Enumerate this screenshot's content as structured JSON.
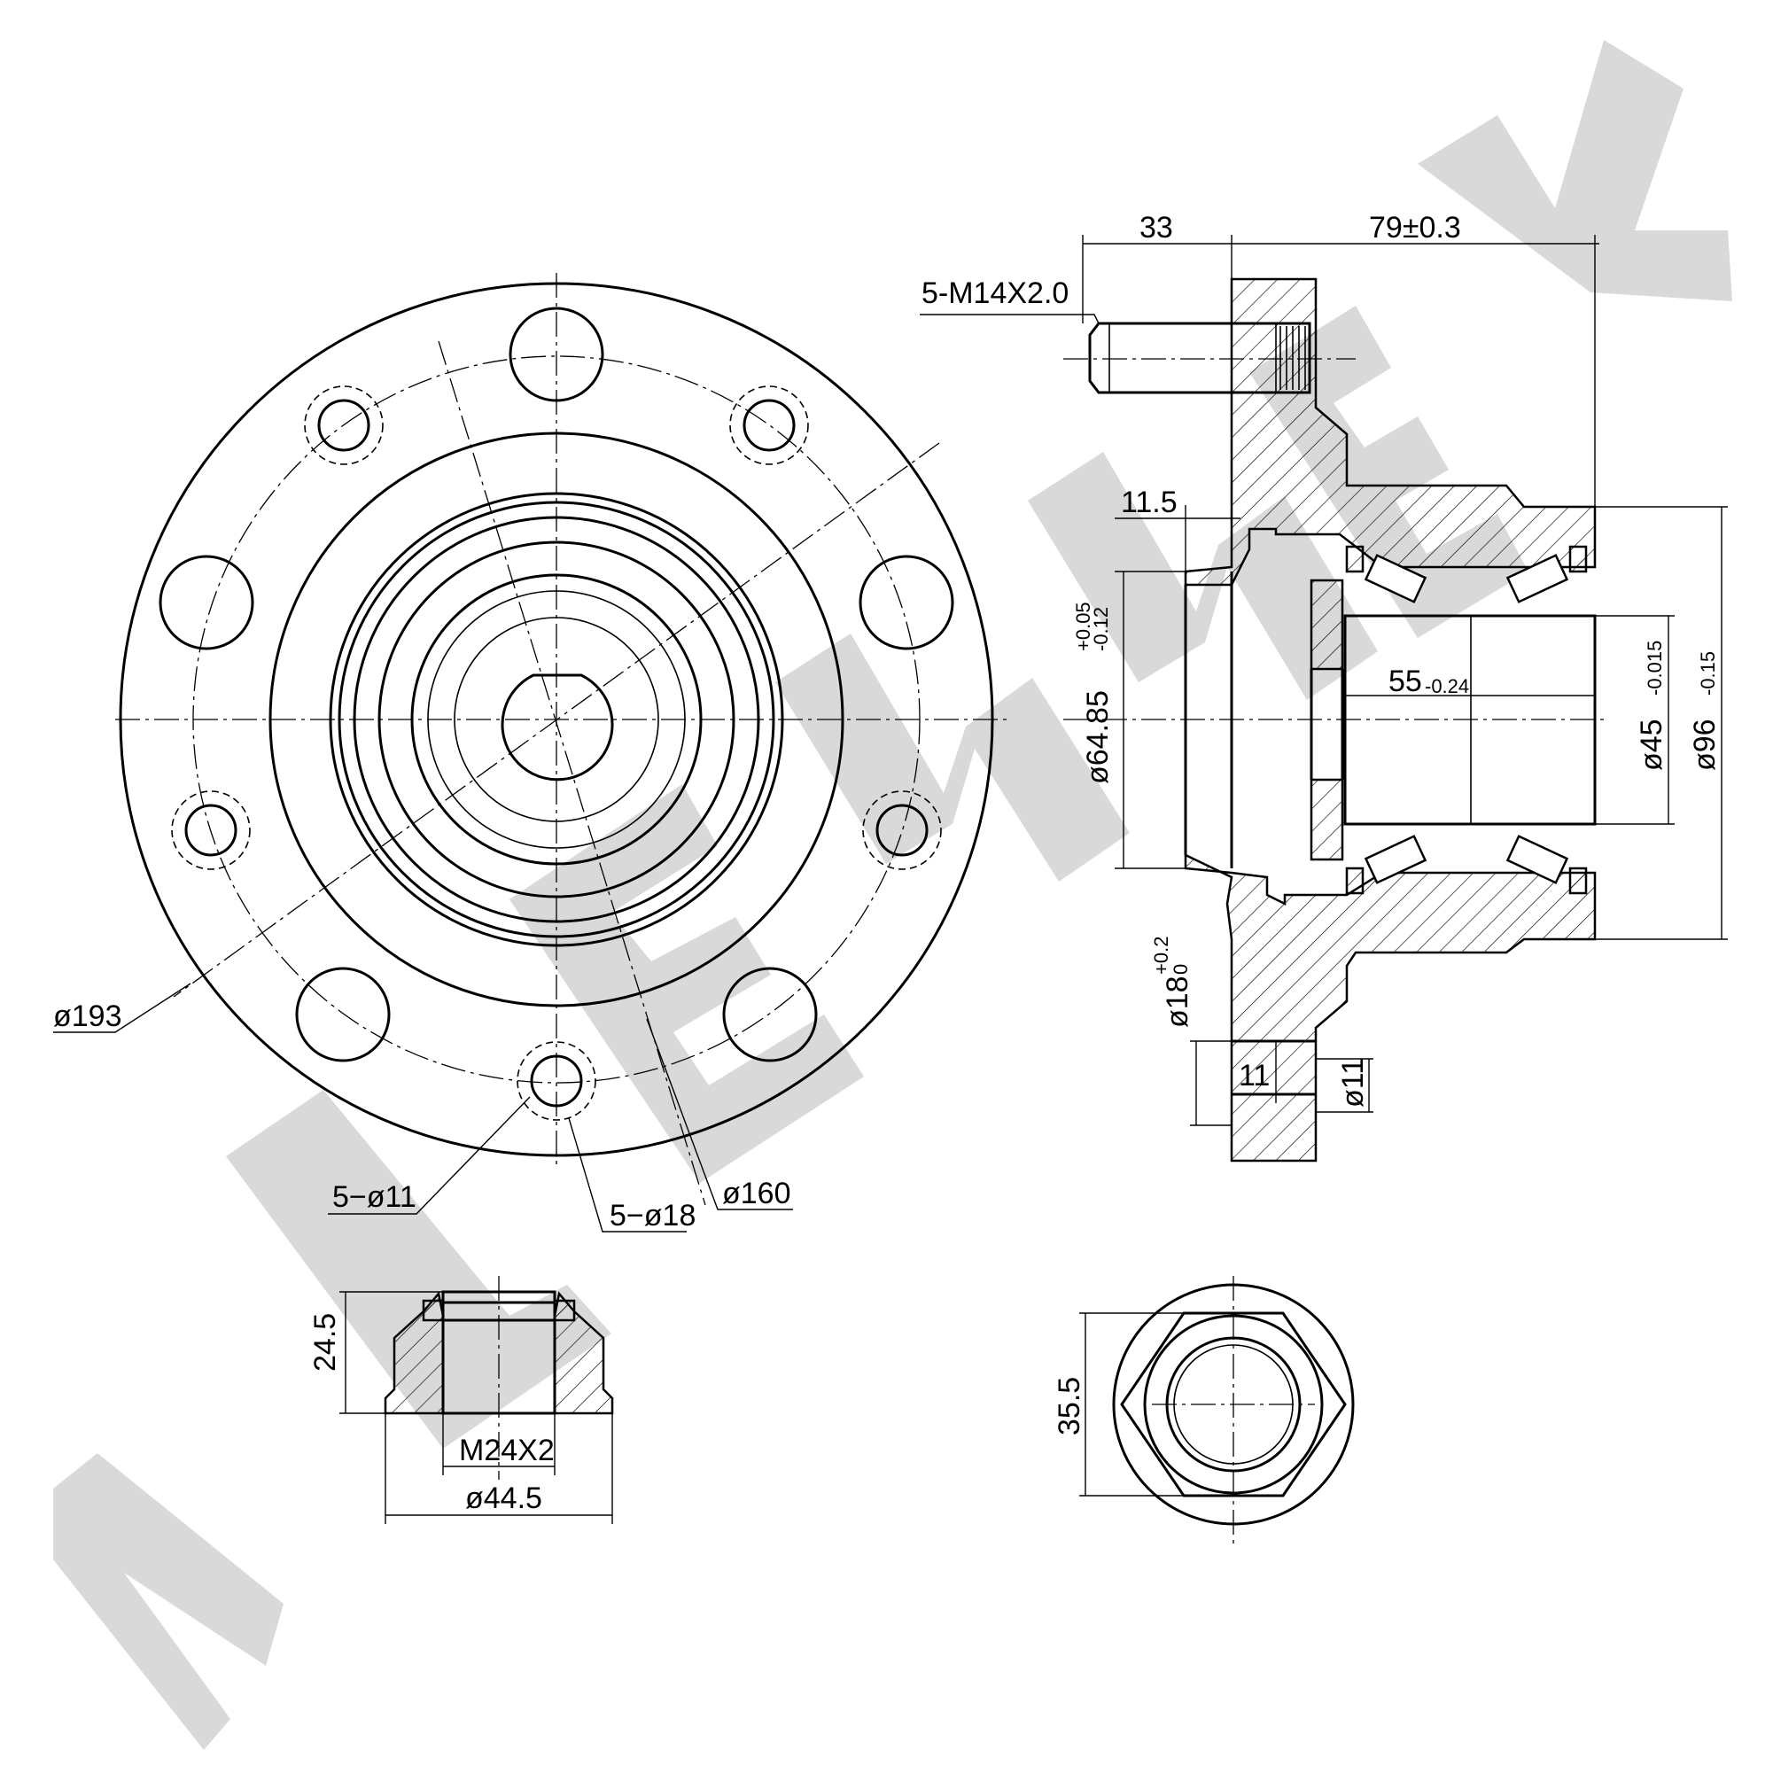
{
  "watermark": {
    "text": "ZENNEK",
    "color": "#d9d9d9"
  },
  "front_view": {
    "outer_diameter": "ø193",
    "bolt_circle": "ø160",
    "hole_small": "5−ø11",
    "hole_counterbore": "5−ø18"
  },
  "section_view": {
    "stud_thread": "5-M14X2.0",
    "stud_length": "33",
    "hub_length": "79±0.3",
    "flange_step": "11.5",
    "pilot_diameter": {
      "main": "ø64.85",
      "upper": "+0.05",
      "lower": "-0.12"
    },
    "bearing_width": {
      "main": "55",
      "tol": "-0.24"
    },
    "bore_diameter": {
      "main": "ø45",
      "tol": "-0.015"
    },
    "outer_ring_diameter": {
      "main": "ø96",
      "tol": "-0.15"
    },
    "counterbore": {
      "main": "ø18",
      "upper": "+0.2",
      "lower": "0"
    },
    "flange_thickness": "11",
    "hole_diameter": "ø11"
  },
  "nut_section": {
    "height": "24.5",
    "thread": "M24X2",
    "diameter": "ø44.5"
  },
  "nut_top": {
    "across_flats": "35.5"
  }
}
